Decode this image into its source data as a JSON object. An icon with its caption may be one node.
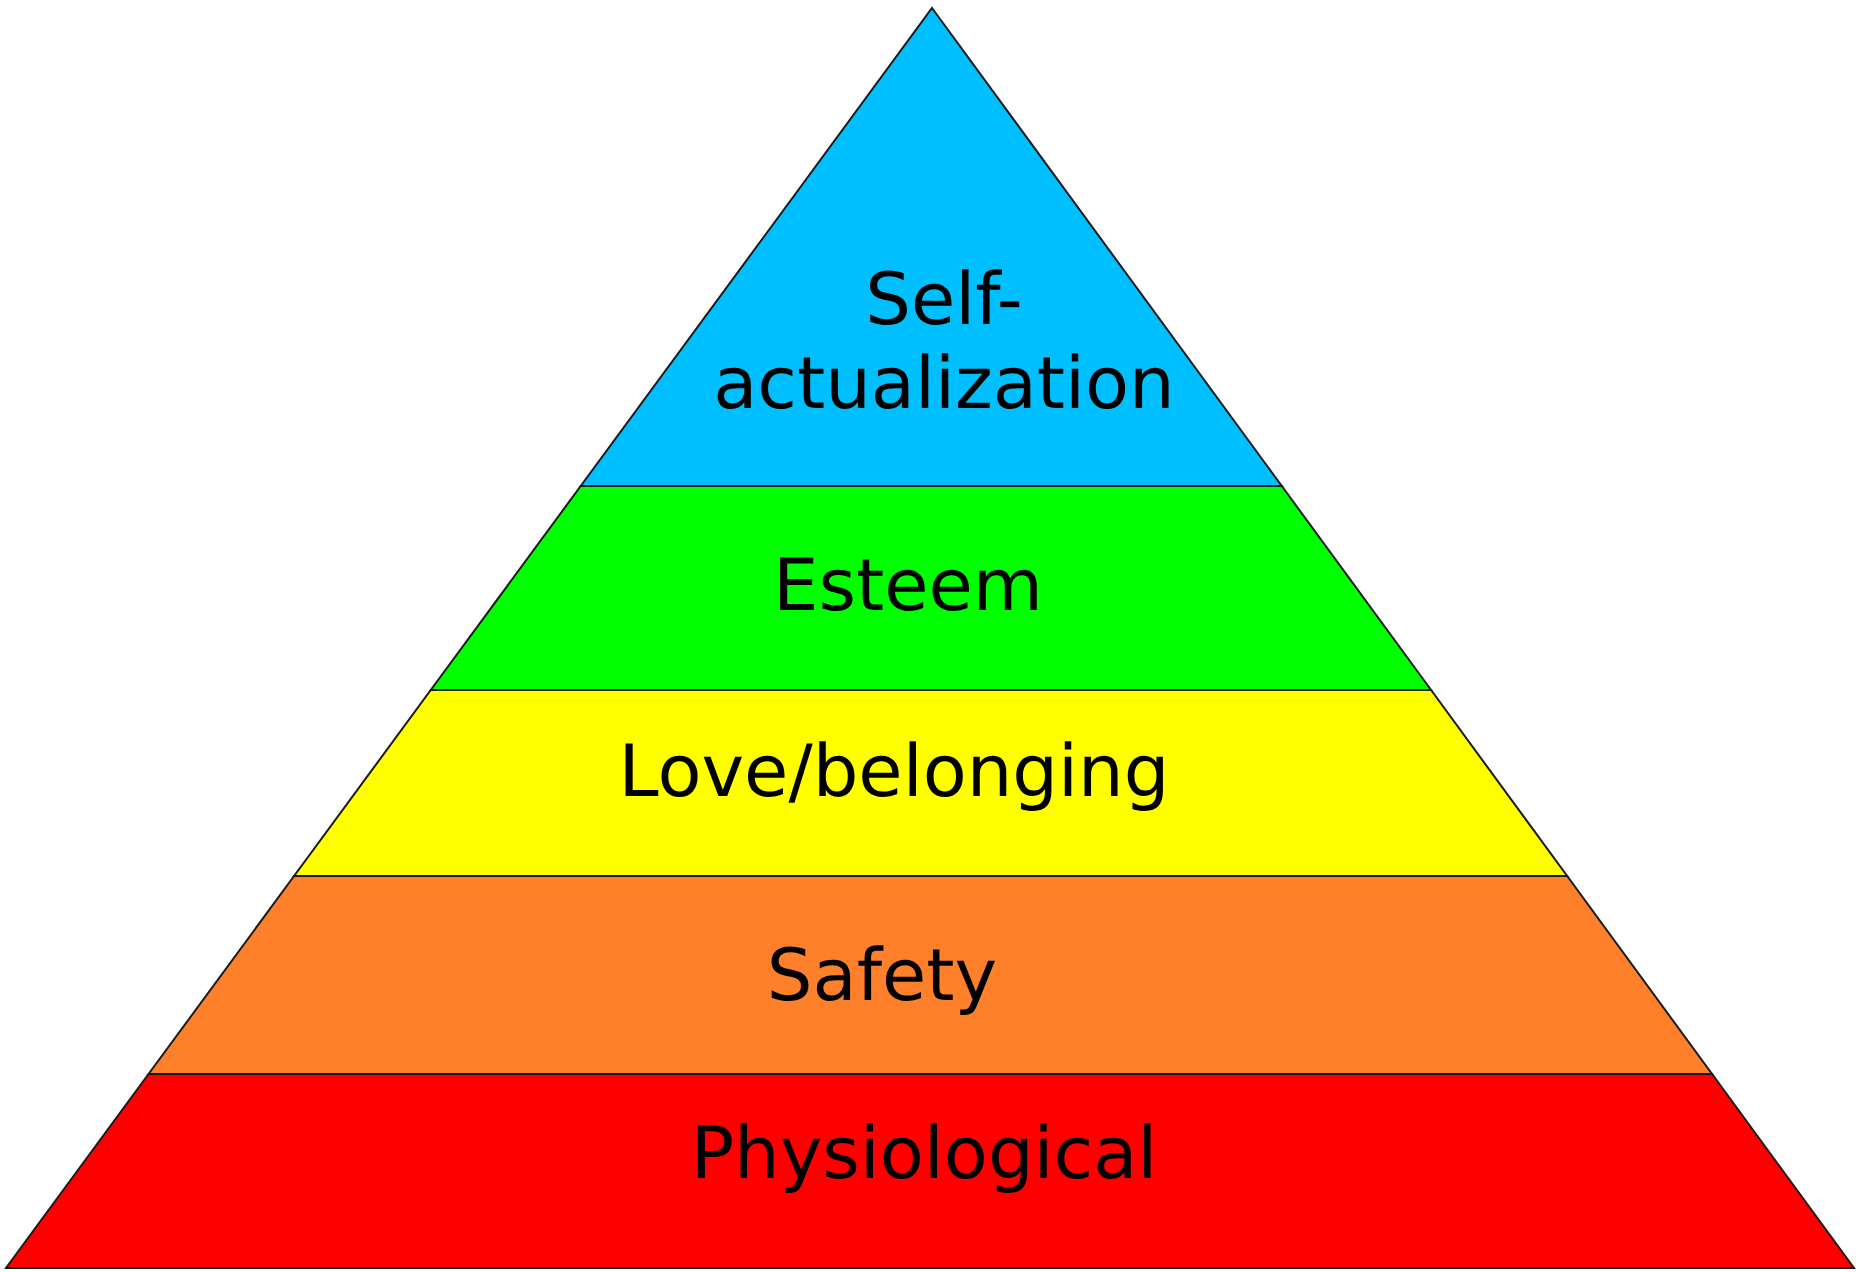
{
  "diagram": {
    "nodes": [
      {
        "text": [
          "Self-actualization"
        ]
      },
      {
        "text": [
          "Esteem"
        ]
      },
      {
        "text": [
          "Love/belonging"
        ]
      },
      {
        "text": [
          "Safety"
        ]
      },
      {
        "text": [
          "Physiological"
        ]
      }
    ],
    "edges": []
  }
}
